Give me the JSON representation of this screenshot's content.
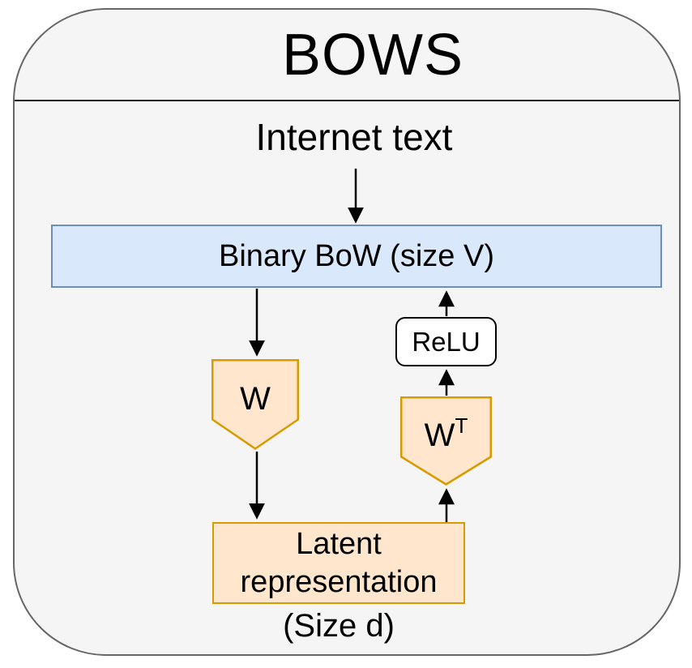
{
  "diagram": {
    "title": "BOWS",
    "nodes": {
      "internet_text": {
        "label": "Internet text"
      },
      "binary_bow": {
        "label": "Binary BoW (size V)"
      },
      "encoder_weight": {
        "label": "W"
      },
      "decoder_weight": {
        "base": "W",
        "superscript": "T"
      },
      "relu": {
        "label": "ReLU"
      },
      "latent": {
        "label": "Latent representation",
        "caption": "(Size d)"
      }
    },
    "edges": [
      {
        "from": "internet_text",
        "to": "binary_bow",
        "direction": "down"
      },
      {
        "from": "binary_bow",
        "to": "encoder_weight",
        "direction": "down"
      },
      {
        "from": "encoder_weight",
        "to": "latent",
        "direction": "down"
      },
      {
        "from": "latent",
        "to": "decoder_weight",
        "direction": "up"
      },
      {
        "from": "decoder_weight",
        "to": "relu",
        "direction": "up"
      },
      {
        "from": "relu",
        "to": "binary_bow",
        "direction": "up"
      }
    ],
    "colors": {
      "canvas_background": "#ffffff",
      "container_fill": "#f5f5f5",
      "container_border": "#666666",
      "divider": "#1a1a1a",
      "bow_fill": "#dae8fc",
      "bow_border": "#6c8ebf",
      "weight_fill": "#ffe6cc",
      "weight_border": "#d79b00",
      "relu_fill": "#ffffff",
      "relu_border": "#000000",
      "arrow": "#000000",
      "text": "#000000"
    }
  }
}
